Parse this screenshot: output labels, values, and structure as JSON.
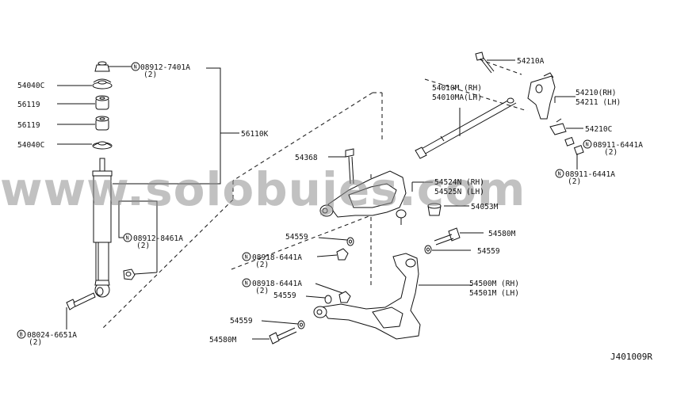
{
  "diagram": {
    "code": "J401009R",
    "watermark": "www.solobujes.com",
    "labels": {
      "n08912_7401A": "08912-7401A",
      "q2_a": "(2)",
      "p54040C_top": "54040C",
      "p56119_top": "56119",
      "p56119_bot": "56119",
      "p54040C_bot": "54040C",
      "p56110K": "56110K",
      "n08912_8461A": "08912-8461A",
      "q2_b": "(2)",
      "b08024_6651A": "08024-6651A",
      "q2_c": "(2)",
      "p54368": "54368",
      "p54559_1": "54559",
      "n08918_6441A_1": "08918-6441A",
      "q2_d": "(2)",
      "n08918_6441A_2": "08918-6441A",
      "q2_e": "(2)",
      "p54559_2": "54559",
      "p54559_3": "54559",
      "p54580M_1": "54580M",
      "p54210A": "54210A",
      "p54010M": "54010M (RH)",
      "p54010MA": "54010MA(LH)",
      "p54210": "54210(RH)",
      "p54211": "54211 (LH)",
      "p54210C": "54210C",
      "n08911_6441A_1": "08911-6441A",
      "q2_f": "(2)",
      "n08911_6441A_2": "08911-6441A",
      "q2_g": "(2)",
      "p54524N": "54524N (RH)",
      "p54525N": "54525N (LH)",
      "p54053M": "54053M",
      "p54580M_2": "54580M",
      "p54559_4": "54559",
      "p54500M": "54500M (RH)",
      "p54501M": "54501M (LH)"
    },
    "markers": {
      "N": "N",
      "B": "B"
    }
  }
}
